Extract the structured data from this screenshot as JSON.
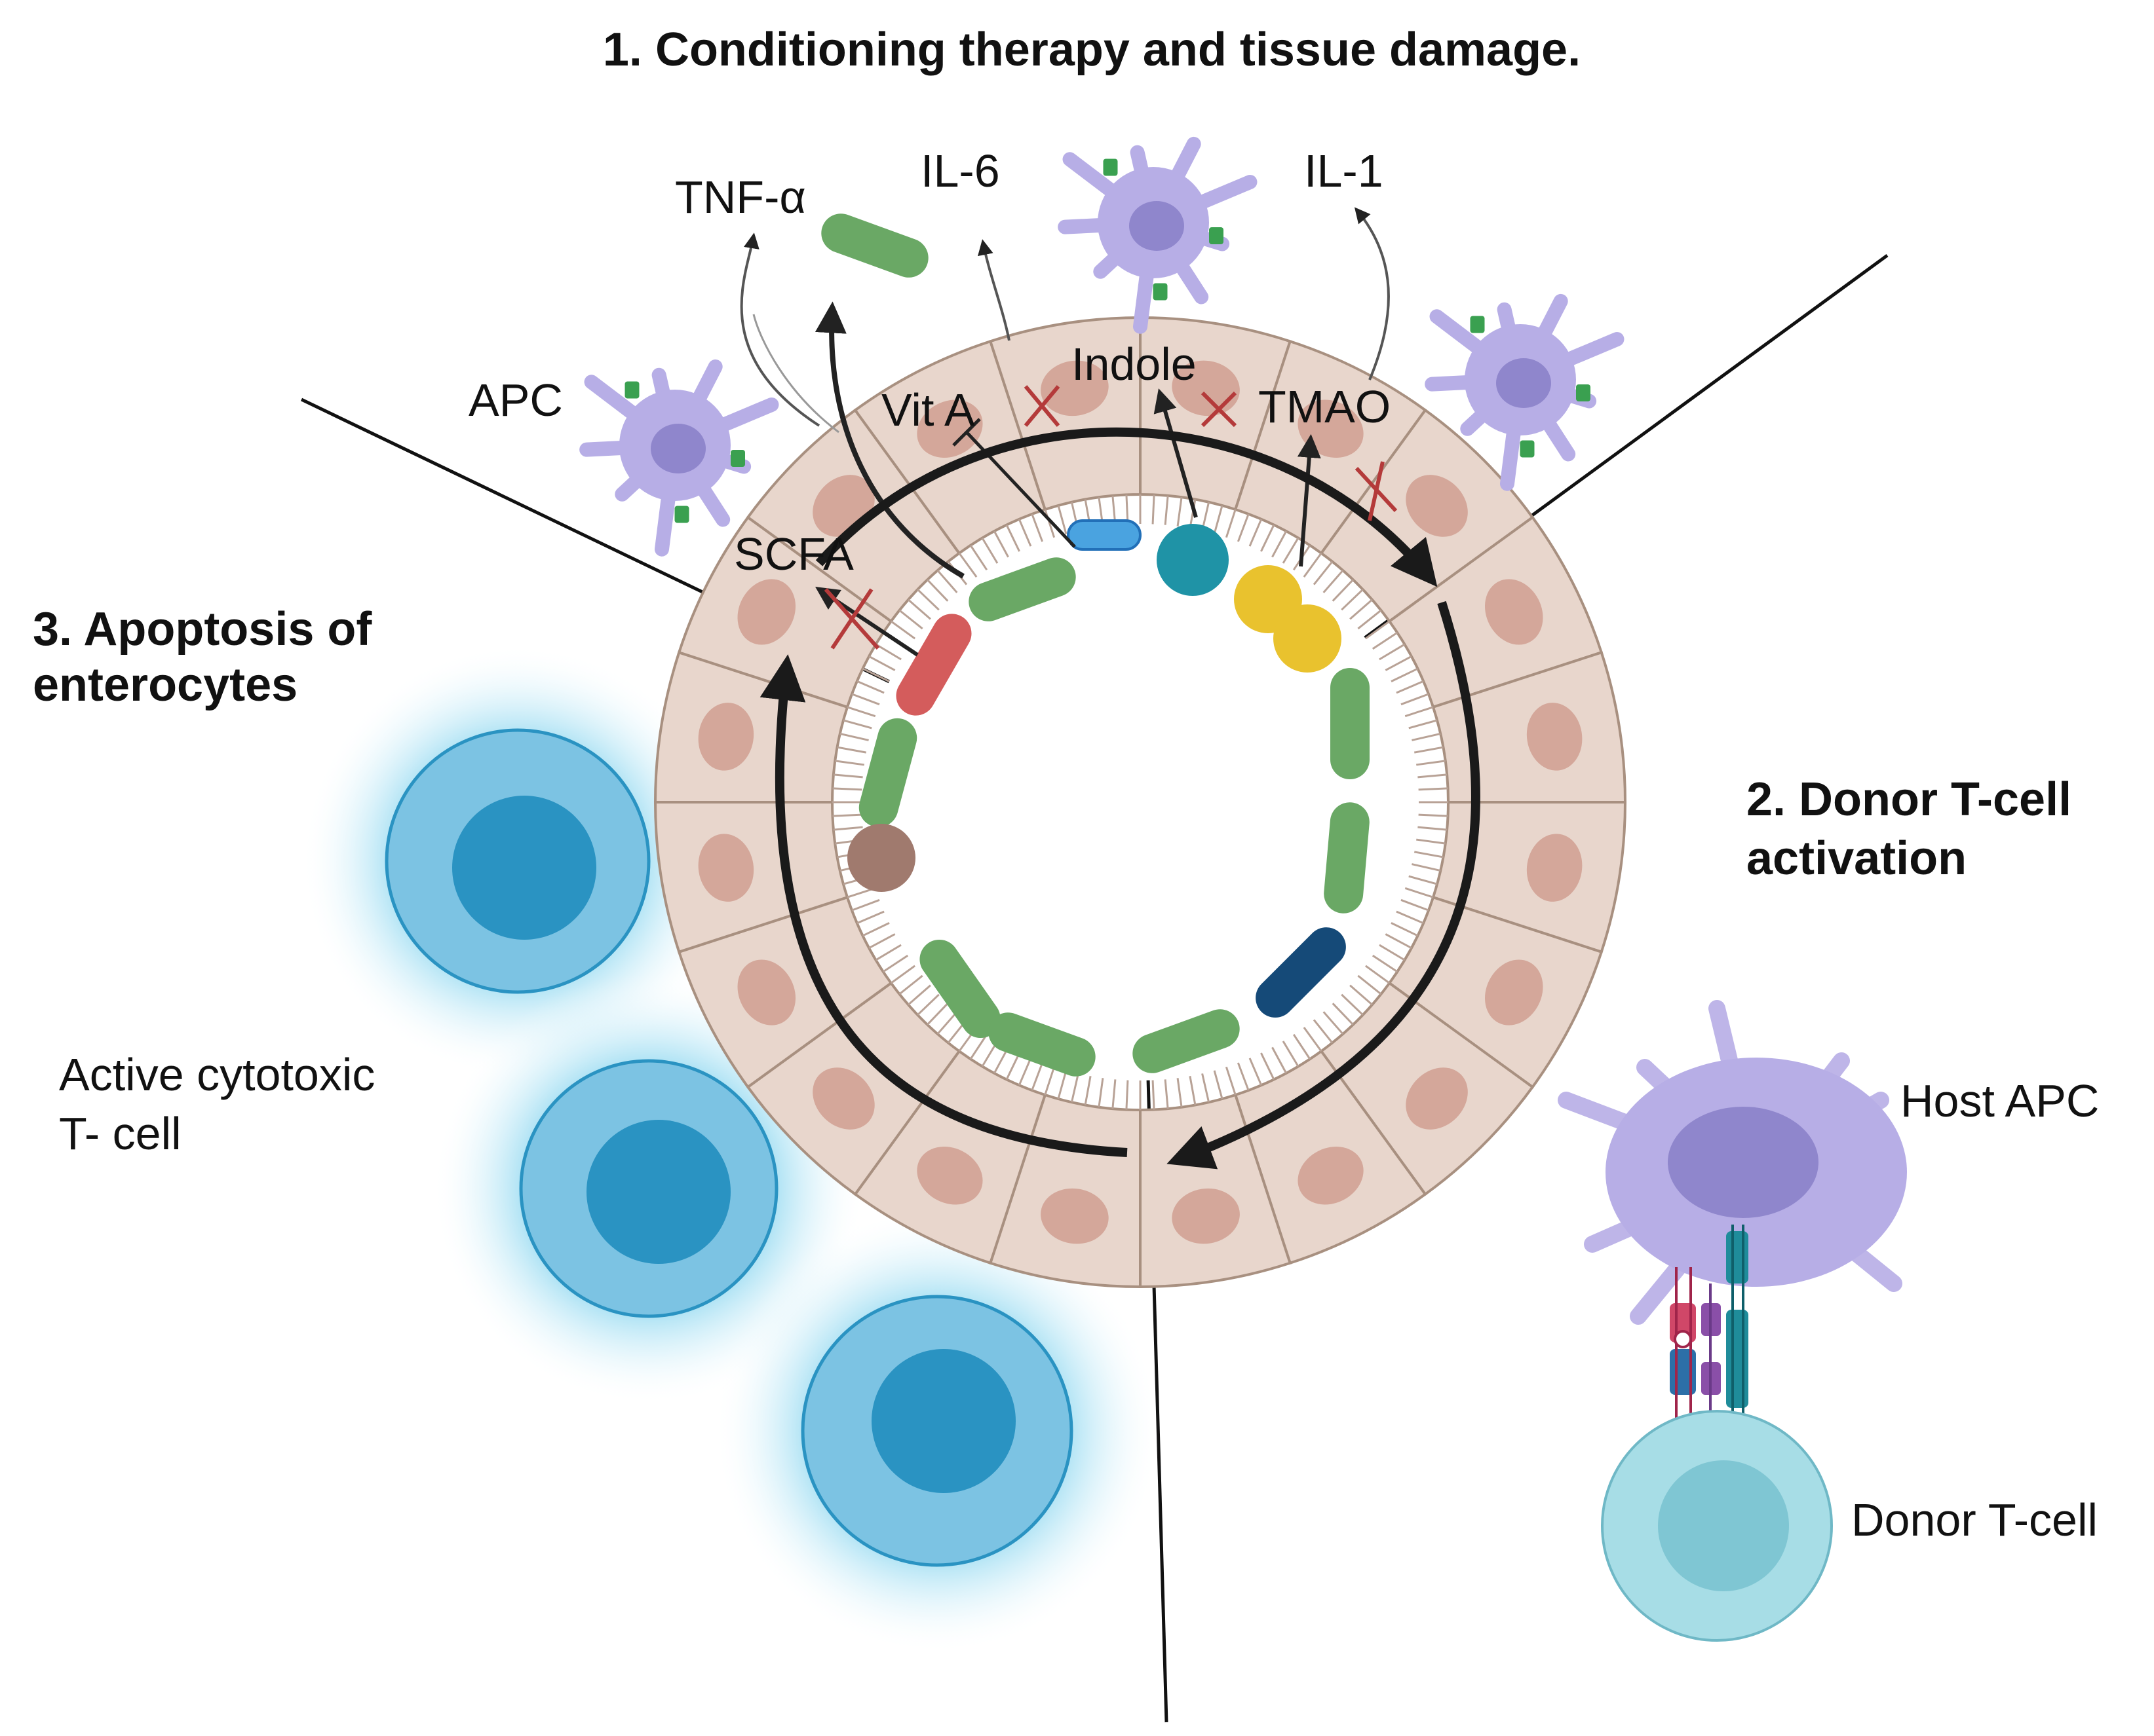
{
  "headings": {
    "step1": "1. Conditioning therapy and tissue damage.",
    "step2_line1": "2. Donor T-cell",
    "step2_line2": "activation",
    "step3_line1": "3. Apoptosis of",
    "step3_line2": "enterocytes"
  },
  "labels": {
    "tnf": "TNF-α",
    "il6": "IL-6",
    "il1": "IL-1",
    "apc": "APC",
    "vita": "Vit A",
    "indole": "Indole",
    "tmao": "TMAO",
    "scfa": "SCFA",
    "cytotoxic_line1": "Active cytotoxic",
    "cytotoxic_line2": "T- cell",
    "host_apc": "Host APC",
    "donor_tcell": "Donor T-cell"
  },
  "colors": {
    "epithelium": "#e8d6cc",
    "epithelium_stroke": "#a89080",
    "nucleus": "#d4a79a",
    "apc_body": "#b7aee6",
    "apc_nucleus": "#8f86cc",
    "tcell_outer": "#7cc3e3",
    "tcell_inner": "#2a93c2",
    "donor_outer": "#a7dde6",
    "donor_inner": "#7fc6d3",
    "bacteria_green": "#6aa865",
    "bacteria_red": "#d45c5c",
    "bacteria_teal": "#1f93a6",
    "bacteria_yellow": "#e9c22e",
    "bacteria_brown": "#a07a6e",
    "bacteria_navy": "#154a78",
    "block_mark": "#b43a3a"
  }
}
